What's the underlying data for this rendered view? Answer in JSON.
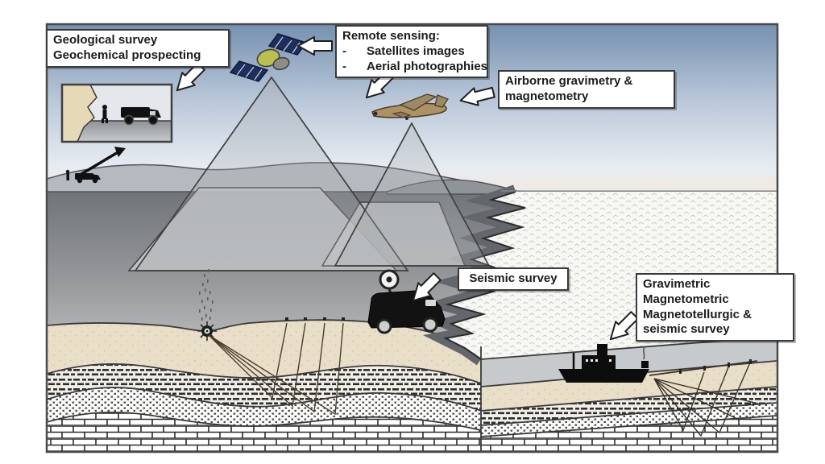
{
  "diagram": {
    "title_semantic": "Geophysical exploration methods schematic",
    "labels": {
      "geological": {
        "line1": "Geological survey",
        "line2": "Geochemical prospecting"
      },
      "remote": {
        "title": "Remote sensing:",
        "bullet": "-",
        "item1": "Satellites images",
        "item2": "Aerial photographies"
      },
      "airborne": {
        "line1": "Airborne gravimetry &",
        "line2": "magnetometry"
      },
      "seismic": {
        "text": "Seismic survey"
      },
      "marine": {
        "line1": "Gravimetric",
        "line2": "Magnetometric",
        "line3": "Magnetotellurgic &",
        "line4": "seismic  survey"
      }
    },
    "icons": {
      "satellite": "satellite-icon",
      "airplane": "airplane-icon",
      "seismic_truck": "seismic-truck-icon",
      "survey_ship": "survey-ship-icon",
      "explosion": "shot-point-explosion-icon",
      "field_truck": "field-truck-icon",
      "arrows": "block-arrow-icon"
    },
    "colors": {
      "sky_top": "#7590af",
      "sky_horizon": "#f1e9e1",
      "land_dark": "#707478",
      "land_light": "#dcdcdc",
      "sand_layer": "#e9dfc9",
      "sea_background": "#f7f7f4",
      "coast_band": "#63676b",
      "box_border": "#3a3a3a",
      "satellite_panel": "#1e2f5e",
      "satellite_body": "#b9bf52",
      "airplane_body": "#ac9265"
    }
  }
}
